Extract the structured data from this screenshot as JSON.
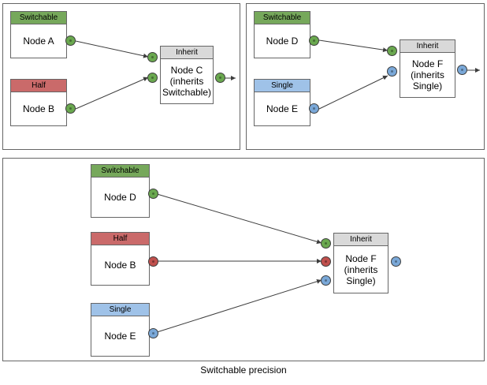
{
  "diagram": {
    "caption": "Switchable precision",
    "colors": {
      "switchable_header": "#76a85b",
      "half_header": "#ca6a6a",
      "single_header": "#9fc2e8",
      "inherit_header": "#d9d9d9",
      "port_green": "#6aa84f",
      "port_red": "#c0504d",
      "port_blue": "#7aa8d8",
      "border": "#666666",
      "background": "#ffffff"
    },
    "panels": [
      {
        "id": "panel-a",
        "nodes": [
          {
            "id": "node-a",
            "header": "Switchable",
            "label": "Node A"
          },
          {
            "id": "node-b",
            "header": "Half",
            "label": "Node B"
          },
          {
            "id": "node-c",
            "header": "Inherit",
            "label": "Node C (inherits Switchable)"
          }
        ],
        "ports": [
          {
            "id": "port-a-out",
            "color": "green"
          },
          {
            "id": "port-b-out",
            "color": "green"
          },
          {
            "id": "port-c-in-top",
            "color": "green"
          },
          {
            "id": "port-c-in-bottom",
            "color": "green"
          },
          {
            "id": "port-c-out",
            "color": "green"
          }
        ],
        "edges": [
          {
            "from": "node-a",
            "to": "node-c"
          },
          {
            "from": "node-b",
            "to": "node-c"
          },
          {
            "from": "node-c",
            "to": "downstream"
          }
        ]
      },
      {
        "id": "panel-b",
        "nodes": [
          {
            "id": "node-d",
            "header": "Switchable",
            "label": "Node D"
          },
          {
            "id": "node-e",
            "header": "Single",
            "label": "Node E"
          },
          {
            "id": "node-f",
            "header": "Inherit",
            "label": "Node F (inherits Single)"
          }
        ],
        "ports": [
          {
            "id": "port-d-out",
            "color": "green"
          },
          {
            "id": "port-e-out",
            "color": "blue"
          },
          {
            "id": "port-f-in-top",
            "color": "green"
          },
          {
            "id": "port-f-in-bottom",
            "color": "blue"
          },
          {
            "id": "port-f-out",
            "color": "blue"
          }
        ],
        "edges": [
          {
            "from": "node-d",
            "to": "node-f"
          },
          {
            "from": "node-e",
            "to": "node-f"
          },
          {
            "from": "node-f",
            "to": "downstream"
          }
        ]
      },
      {
        "id": "panel-c",
        "nodes": [
          {
            "id": "node-d2",
            "header": "Switchable",
            "label": "Node D"
          },
          {
            "id": "node-b2",
            "header": "Half",
            "label": "Node B"
          },
          {
            "id": "node-e2",
            "header": "Single",
            "label": "Node E"
          },
          {
            "id": "node-f2",
            "header": "Inherit",
            "label": "Node F (inherits Single)"
          }
        ],
        "ports": [
          {
            "id": "port-d2-out",
            "color": "green"
          },
          {
            "id": "port-b2-out",
            "color": "red"
          },
          {
            "id": "port-e2-out",
            "color": "blue"
          },
          {
            "id": "port-f2-in-top",
            "color": "green"
          },
          {
            "id": "port-f2-in-mid",
            "color": "red"
          },
          {
            "id": "port-f2-in-bottom",
            "color": "blue"
          },
          {
            "id": "port-f2-out",
            "color": "blue"
          }
        ],
        "edges": [
          {
            "from": "node-d2",
            "to": "node-f2"
          },
          {
            "from": "node-b2",
            "to": "node-f2"
          },
          {
            "from": "node-e2",
            "to": "node-f2"
          }
        ]
      }
    ],
    "node_text": {
      "switchable": "Switchable",
      "half": "Half",
      "single": "Single",
      "inherit": "Inherit",
      "node_a": "Node A",
      "node_b": "Node B",
      "node_c_l1": "Node C",
      "node_c_l2": "(inherits",
      "node_c_l3": "Switchable)",
      "node_d": "Node D",
      "node_e": "Node E",
      "node_f_l1": "Node F",
      "node_f_l2": "(inherits",
      "node_f_l3": "Single)"
    }
  }
}
